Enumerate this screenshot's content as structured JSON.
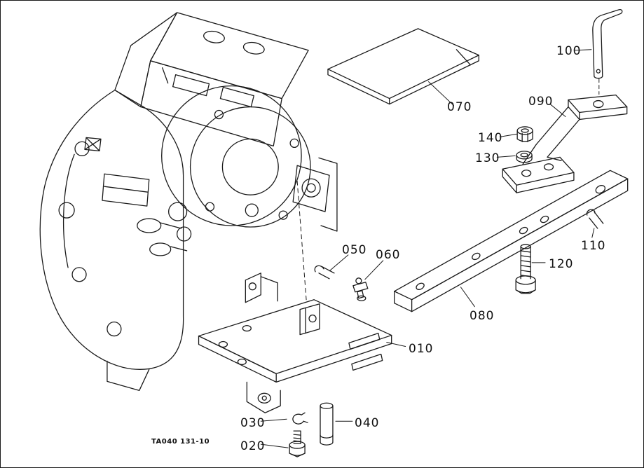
{
  "page": {
    "background": "#ffffff",
    "line_color": "#1a1a1a",
    "drawing_code": "TA040 131-10"
  },
  "diagram": {
    "type": "exploded-parts-diagram",
    "labels": {
      "l010": "010",
      "l020": "020",
      "l030": "030",
      "l040": "040",
      "l050": "050",
      "l060": "060",
      "l070": "070",
      "l080": "080",
      "l090": "090",
      "l100": "100",
      "l110": "110",
      "l120": "120",
      "l130": "130",
      "l140": "140"
    }
  }
}
